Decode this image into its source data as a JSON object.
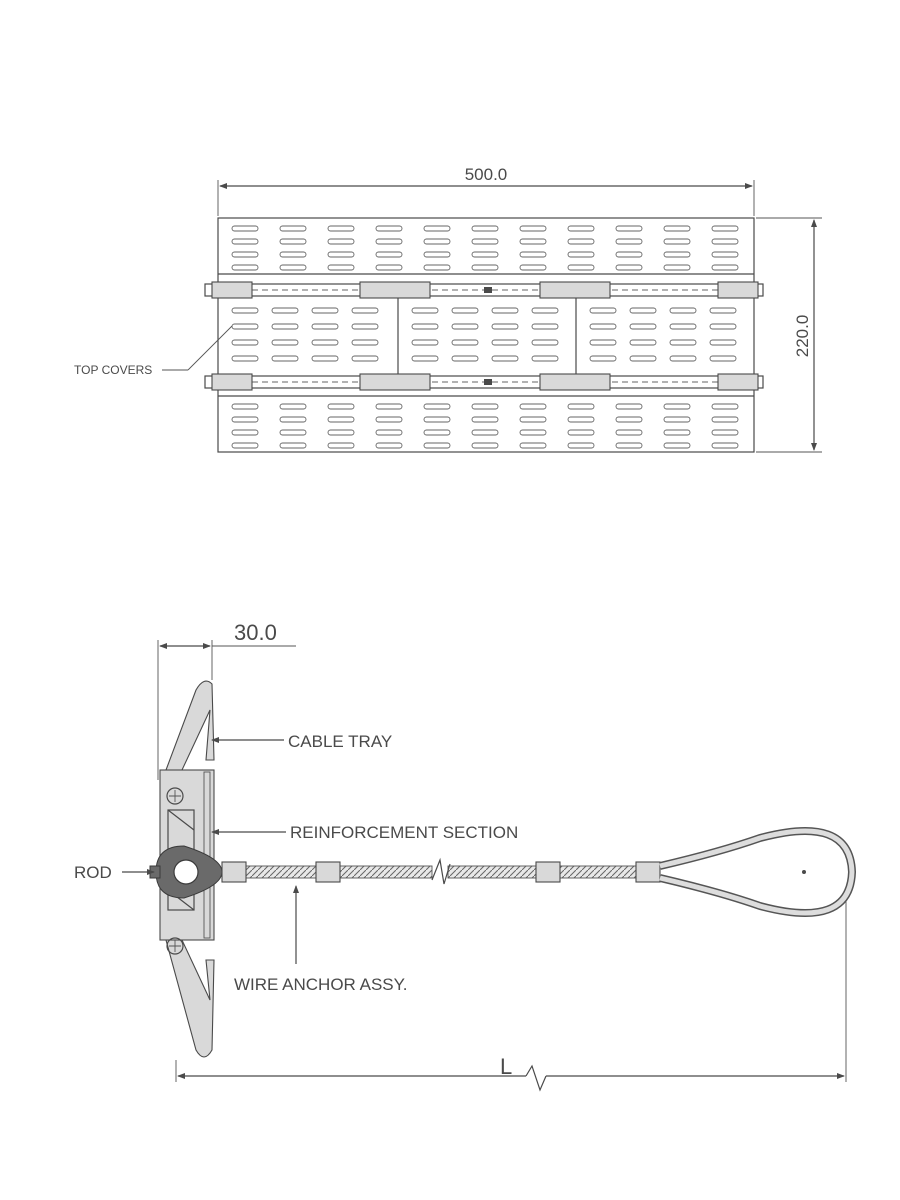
{
  "top_view": {
    "width_dim": "500.0",
    "height_dim": "220.0",
    "label_top_covers": "TOP COVERS"
  },
  "side_view": {
    "dim_30": "30.0",
    "label_cable_tray": "CABLE TRAY",
    "label_reinforcement": "REINFORCEMENT SECTION",
    "label_rod": "ROD",
    "label_wire_anchor": "WIRE ANCHOR ASSY.",
    "length_dim": "L"
  },
  "colors": {
    "line": "#4a4a4a",
    "fill_gray": "#d9d9d9",
    "background": "#ffffff"
  }
}
